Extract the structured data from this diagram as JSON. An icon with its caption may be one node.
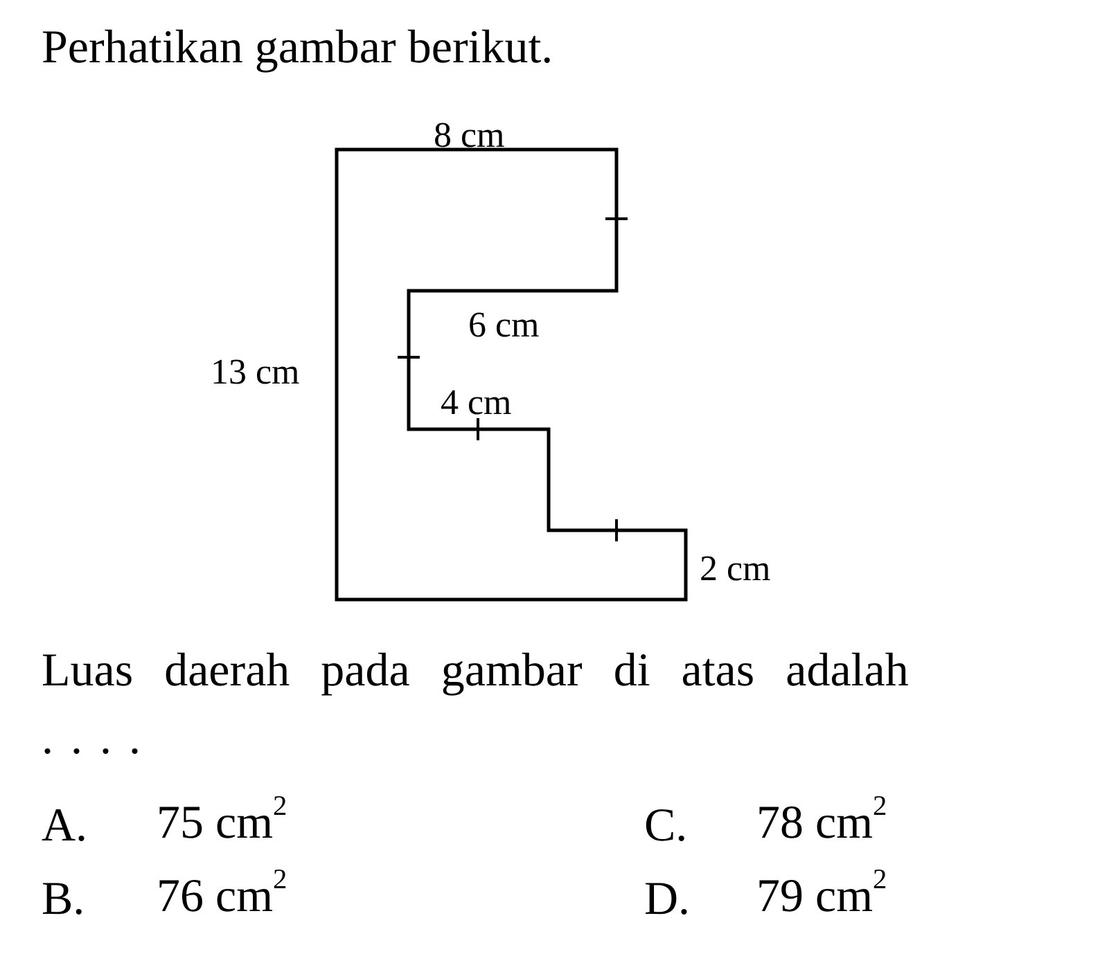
{
  "diagram": {
    "labels": [
      "Perhatikan gambar berikut.",
      "8 cm",
      "13 cm",
      "6 cm",
      "4 cm",
      "2 cm",
      "Luas daerah pada gambar di atas adalah",
      ". . . .",
      "A.",
      "75 cm$^{2}$",
      "C.",
      "78 cm$^{2}$",
      "B.",
      "76 cm$^{2}$",
      "D.",
      "79 cm$^{2}$"
    ]
  }
}
